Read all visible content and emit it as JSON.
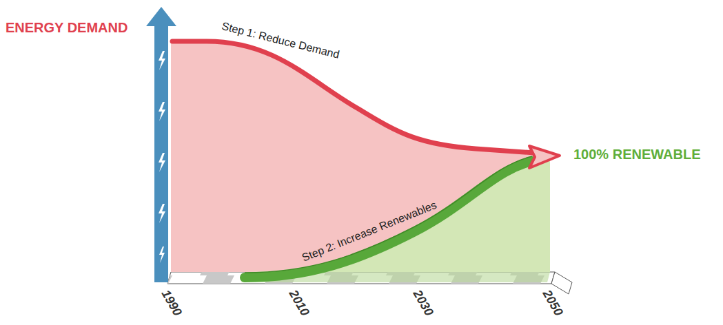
{
  "diagram": {
    "labels": [
      "ENERGY DEMAND",
      "Step 1: Reduce Demand",
      "100% RENEWABLE",
      "Step 2: Increase Renewables",
      "1990",
      "2010",
      "2030",
      "2050"
    ]
  }
}
